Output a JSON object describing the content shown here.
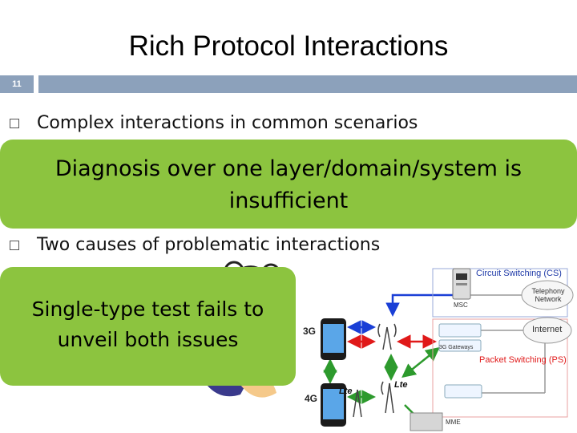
{
  "slide": {
    "title": "Rich Protocol Interactions",
    "number": "11"
  },
  "bullets": [
    {
      "text": "Complex interactions in common scenarios"
    },
    {
      "text": "Two causes of problematic interactions"
    }
  ],
  "callouts": {
    "main": "Diagnosis over one layer/domain/system is insufficient",
    "secondary": "Single-type test fails to unveil both issues"
  },
  "diagram": {
    "labels": {
      "cs": "Circuit Switching (CS)",
      "telephony": "Telephony Network",
      "msc": "MSC",
      "internet": "Internet",
      "gateways": "3G Gateways",
      "ps": "Packet Switching (PS)",
      "g3": "3G",
      "g4": "4G",
      "lte_a": "Lte",
      "lte_b": "Lte",
      "mme": "MME"
    },
    "colors": {
      "blue": "#1a3fd6",
      "red": "#e01919",
      "green": "#2d9a2d",
      "cs_text": "#1f3aa8",
      "ps_text": "#e01919"
    }
  }
}
